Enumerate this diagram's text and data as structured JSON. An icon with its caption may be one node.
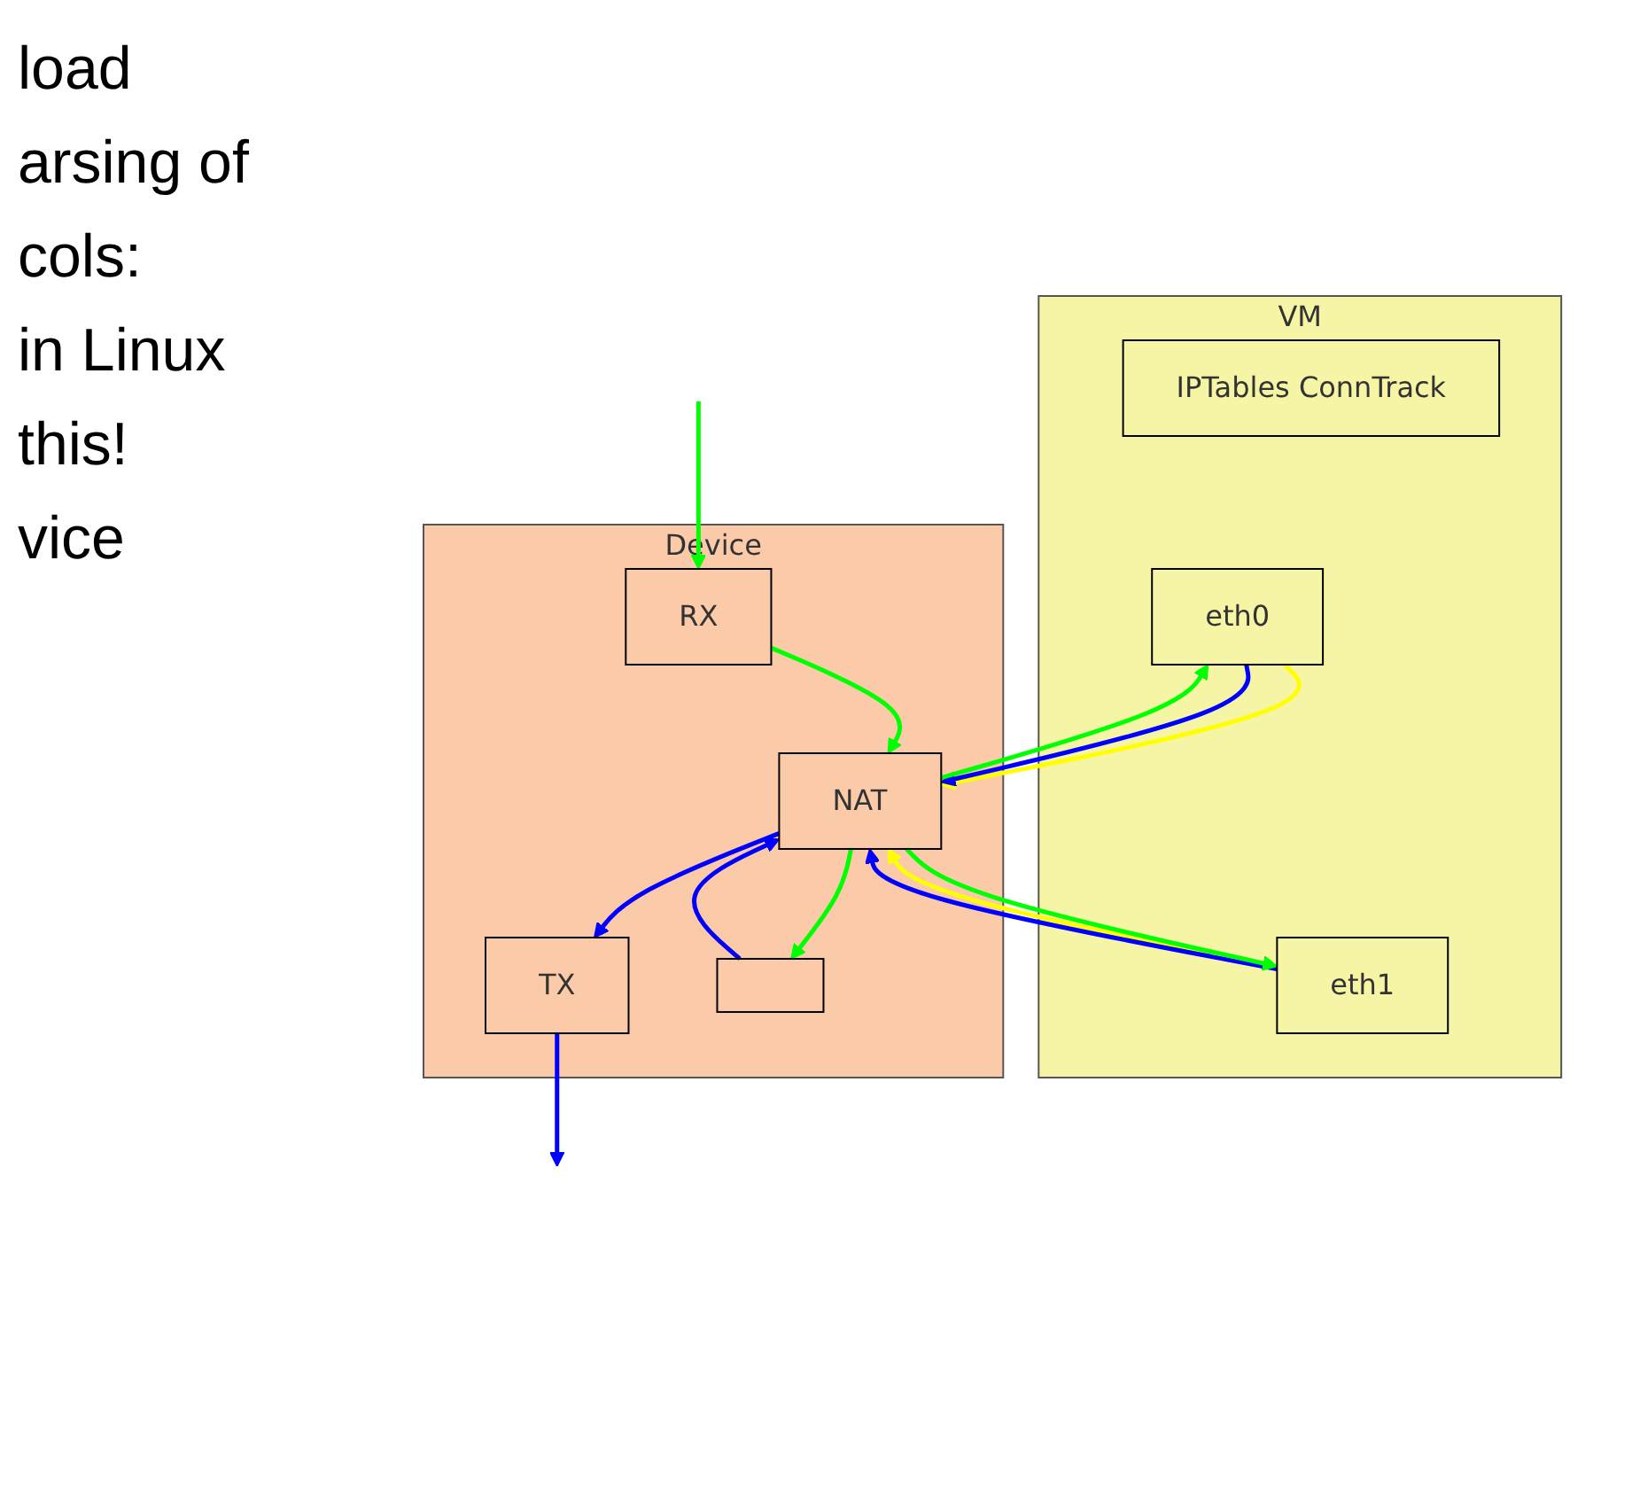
{
  "diagram": {
    "nodes": [
      {
        "text": [
          "VM"
        ]
      },
      {
        "text": [
          "IPTables ConnTrack"
        ],
        "in": 0
      },
      {
        "text": [
          "eth0"
        ],
        "in": 0
      },
      {
        "text": [
          "eth1"
        ],
        "in": 0
      },
      {
        "text": [
          "Device"
        ]
      },
      {
        "text": [
          "RX"
        ],
        "in": 4
      },
      {
        "text": [
          "TX"
        ],
        "in": 4
      },
      {
        "text": [
          "NAT"
        ],
        "in": 4
      },
      {
        "text": [],
        "shape": "box",
        "in": 4
      }
    ],
    "edges": [
      {
        "from": null,
        "to": 5,
        "arrow": "to",
        "color": "#00ff00"
      },
      {
        "from": 5,
        "to": 7,
        "arrow": "to",
        "color": "#00ff00"
      },
      {
        "from": 7,
        "to": 6,
        "arrow": "to",
        "color": "#0000ff"
      },
      {
        "from": 6,
        "to": null,
        "arrow": "to",
        "color": "#0000ff"
      },
      {
        "from": 2,
        "to": 7,
        "arrow": "to",
        "color": "#ffff00"
      },
      {
        "from": 2,
        "to": 7,
        "arrow": "to",
        "color": "#0000ff"
      },
      {
        "from": 7,
        "to": 2,
        "arrow": "to",
        "color": "#00ff00"
      },
      {
        "from": 3,
        "to": 7,
        "arrow": "to",
        "color": "#ffff00"
      },
      {
        "from": 3,
        "to": 7,
        "arrow": "to",
        "color": "#0000ff"
      },
      {
        "from": 7,
        "to": 3,
        "arrow": "to",
        "color": "#00ff00"
      },
      {
        "from": 7,
        "to": 8,
        "arrow": "to",
        "color": "#00ff00"
      },
      {
        "from": 8,
        "to": 7,
        "arrow": "to",
        "color": "#0000ff"
      }
    ],
    "labels": [
      "load",
      "arsing of",
      "cols:",
      "in Linux",
      "this!",
      "vice"
    ]
  }
}
